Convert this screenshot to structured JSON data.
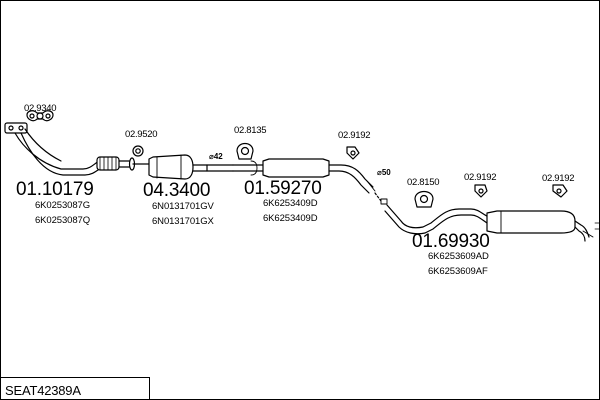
{
  "kit_code": "SEAT42389A",
  "parts": [
    {
      "id": "front_pipe",
      "number": "01.10179",
      "oem": [
        "6K0253087G",
        "6K0253087Q"
      ]
    },
    {
      "id": "catalyst",
      "number": "04.3400",
      "oem": [
        "6N0131701GV",
        "6N0131701GX"
      ]
    },
    {
      "id": "middle_silencer",
      "number": "01.59270",
      "oem": [
        "6K6253409D",
        "6K6253409D"
      ]
    },
    {
      "id": "rear_silencer",
      "number": "01.69930",
      "oem": [
        "6K6253609AD",
        "6K6253609AF"
      ]
    }
  ],
  "accessories": {
    "gasket_manifold": "02.9340",
    "gasket_cat": "02.9520",
    "mount_middle": "02.8135",
    "hanger_middle": "02.9192",
    "mount_rear": "02.8150",
    "hanger_rear_1": "02.9192",
    "hanger_rear_2": "02.9192"
  },
  "diameters": {
    "d1": "⌀42",
    "d2": "⌀50"
  }
}
